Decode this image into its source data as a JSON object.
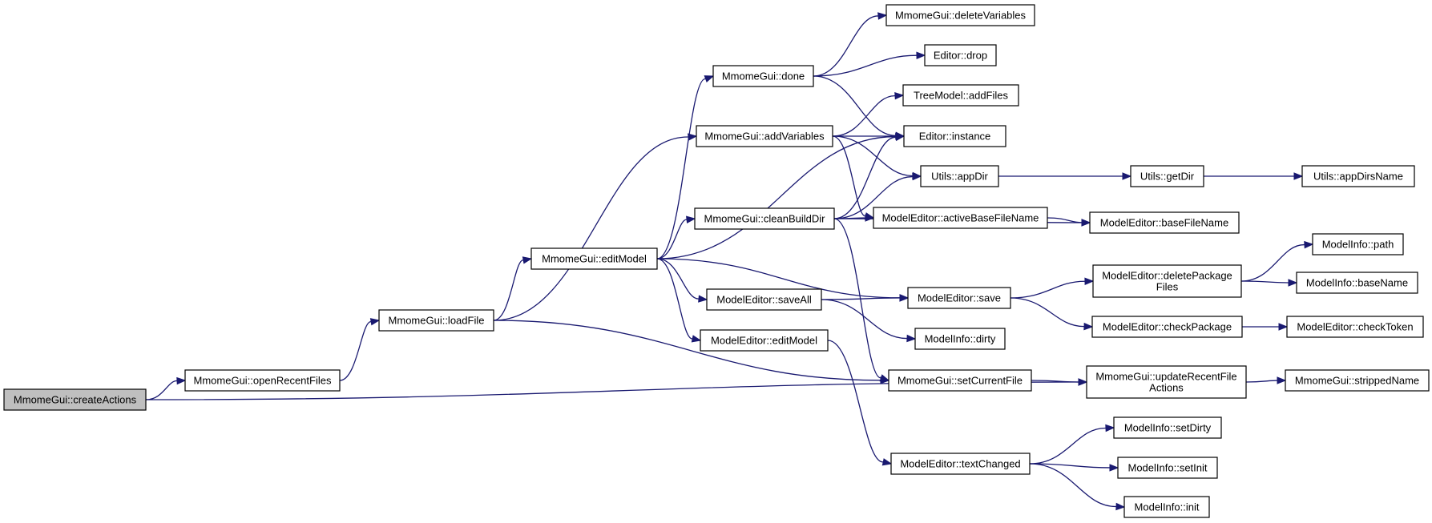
{
  "diagram": {
    "colors": {
      "edge": "#191970",
      "root_fill": "#bfbfbf",
      "node_fill": "#ffffff",
      "border": "#000000"
    },
    "nodes": [
      {
        "id": "createActions",
        "lines": [
          "MmomeGui::createActions"
        ],
        "root": true
      },
      {
        "id": "openRecentFiles",
        "lines": [
          "MmomeGui::openRecentFiles"
        ]
      },
      {
        "id": "loadFile",
        "lines": [
          "MmomeGui::loadFile"
        ]
      },
      {
        "id": "editModelGui",
        "lines": [
          "MmomeGui::editModel"
        ]
      },
      {
        "id": "done",
        "lines": [
          "MmomeGui::done"
        ]
      },
      {
        "id": "addVariables",
        "lines": [
          "MmomeGui::addVariables"
        ]
      },
      {
        "id": "cleanBuildDir",
        "lines": [
          "MmomeGui::cleanBuildDir"
        ]
      },
      {
        "id": "saveAll",
        "lines": [
          "ModelEditor::saveAll"
        ]
      },
      {
        "id": "editModelEd",
        "lines": [
          "ModelEditor::editModel"
        ]
      },
      {
        "id": "deleteVariables",
        "lines": [
          "MmomeGui::deleteVariables"
        ]
      },
      {
        "id": "drop",
        "lines": [
          "Editor::drop"
        ]
      },
      {
        "id": "addFiles",
        "lines": [
          "TreeModel::addFiles"
        ]
      },
      {
        "id": "instance",
        "lines": [
          "Editor::instance"
        ]
      },
      {
        "id": "appDir",
        "lines": [
          "Utils::appDir"
        ]
      },
      {
        "id": "activeBaseFileName",
        "lines": [
          "ModelEditor::activeBaseFileName"
        ]
      },
      {
        "id": "save",
        "lines": [
          "ModelEditor::save"
        ]
      },
      {
        "id": "dirty",
        "lines": [
          "ModelInfo::dirty"
        ]
      },
      {
        "id": "setCurrentFile",
        "lines": [
          "MmomeGui::setCurrentFile"
        ]
      },
      {
        "id": "textChanged",
        "lines": [
          "ModelEditor::textChanged"
        ]
      },
      {
        "id": "getDir",
        "lines": [
          "Utils::getDir"
        ]
      },
      {
        "id": "baseFileName",
        "lines": [
          "ModelEditor::baseFileName"
        ]
      },
      {
        "id": "deletePackageFiles",
        "lines": [
          "ModelEditor::deletePackage",
          "Files"
        ]
      },
      {
        "id": "checkPackage",
        "lines": [
          "ModelEditor::checkPackage"
        ]
      },
      {
        "id": "updateRecentFileActions",
        "lines": [
          "MmomeGui::updateRecentFile",
          "Actions"
        ]
      },
      {
        "id": "setDirty",
        "lines": [
          "ModelInfo::setDirty"
        ]
      },
      {
        "id": "setInit",
        "lines": [
          "ModelInfo::setInit"
        ]
      },
      {
        "id": "init",
        "lines": [
          "ModelInfo::init"
        ]
      },
      {
        "id": "appDirsName",
        "lines": [
          "Utils::appDirsName"
        ]
      },
      {
        "id": "path",
        "lines": [
          "ModelInfo::path"
        ]
      },
      {
        "id": "baseName",
        "lines": [
          "ModelInfo::baseName"
        ]
      },
      {
        "id": "checkToken",
        "lines": [
          "ModelEditor::checkToken"
        ]
      },
      {
        "id": "strippedName",
        "lines": [
          "MmomeGui::strippedName"
        ]
      }
    ],
    "edges": [
      [
        "createActions",
        "openRecentFiles"
      ],
      [
        "createActions",
        "updateRecentFileActions"
      ],
      [
        "openRecentFiles",
        "loadFile"
      ],
      [
        "loadFile",
        "addVariables"
      ],
      [
        "loadFile",
        "editModelGui"
      ],
      [
        "loadFile",
        "setCurrentFile"
      ],
      [
        "editModelGui",
        "done"
      ],
      [
        "editModelGui",
        "instance"
      ],
      [
        "editModelGui",
        "cleanBuildDir"
      ],
      [
        "editModelGui",
        "save"
      ],
      [
        "editModelGui",
        "saveAll"
      ],
      [
        "editModelGui",
        "editModelEd"
      ],
      [
        "done",
        "deleteVariables"
      ],
      [
        "done",
        "drop"
      ],
      [
        "done",
        "instance"
      ],
      [
        "addVariables",
        "addFiles"
      ],
      [
        "addVariables",
        "instance"
      ],
      [
        "addVariables",
        "appDir"
      ],
      [
        "addVariables",
        "activeBaseFileName"
      ],
      [
        "cleanBuildDir",
        "instance"
      ],
      [
        "cleanBuildDir",
        "appDir"
      ],
      [
        "cleanBuildDir",
        "activeBaseFileName"
      ],
      [
        "cleanBuildDir",
        "baseFileName"
      ],
      [
        "cleanBuildDir",
        "setCurrentFile"
      ],
      [
        "saveAll",
        "save"
      ],
      [
        "saveAll",
        "dirty"
      ],
      [
        "editModelEd",
        "textChanged"
      ],
      [
        "appDir",
        "getDir"
      ],
      [
        "getDir",
        "appDirsName"
      ],
      [
        "activeBaseFileName",
        "baseFileName"
      ],
      [
        "save",
        "deletePackageFiles"
      ],
      [
        "save",
        "checkPackage"
      ],
      [
        "deletePackageFiles",
        "path"
      ],
      [
        "deletePackageFiles",
        "baseName"
      ],
      [
        "checkPackage",
        "checkToken"
      ],
      [
        "setCurrentFile",
        "updateRecentFileActions"
      ],
      [
        "updateRecentFileActions",
        "strippedName"
      ],
      [
        "textChanged",
        "setDirty"
      ],
      [
        "textChanged",
        "setInit"
      ],
      [
        "textChanged",
        "init"
      ]
    ]
  }
}
